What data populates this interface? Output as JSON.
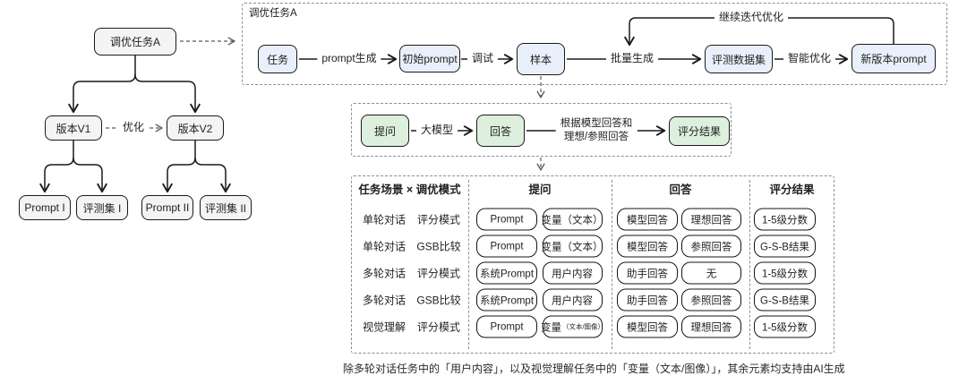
{
  "colors": {
    "node-blue": "#e9f0fb",
    "node-green": "#ddefdd",
    "node-gray": "#f4f4f4",
    "stroke-dark": "#1a1a1a",
    "dash-gray": "#5a5a5a",
    "container-border": "#8f8f8f",
    "text-main": "#1f1f1f"
  },
  "tree": {
    "root": "调优任务A",
    "v1": "版本V1",
    "v2": "版本V2",
    "optimize": "优化",
    "prompt1": "Prompt I",
    "evalset1": "评测集 I",
    "prompt2": "Prompt II",
    "evalset2": "评测集 II"
  },
  "pipeline": {
    "title": "调优任务A",
    "task": "任务",
    "initial_prompt": "初始prompt",
    "sample": "样本",
    "eval_dataset": "评测数据集",
    "new_prompt": "新版本prompt",
    "edge_prompt_gen": "prompt生成",
    "edge_debug": "调试",
    "edge_batch_gen": "批量生成",
    "edge_smart_opt": "智能优化",
    "feedback": "继续迭代优化"
  },
  "scoring_flow": {
    "question": "提问",
    "answer": "回答",
    "score": "评分结果",
    "edge_llm": "大模型",
    "edge_score_line1": "根据模型回答和",
    "edge_score_line2": "理想/参照回答"
  },
  "matrix": {
    "header_scene_mode": "任务场景 × 调优模式",
    "header_question": "提问",
    "header_answer": "回答",
    "header_score": "评分结果",
    "rows": [
      {
        "scene": "单轮对话",
        "mode": "评分模式",
        "q1": "Prompt",
        "q2": "变量（文本）",
        "q2_small": "",
        "a1": "模型回答",
        "a2": "理想回答",
        "score": "1-5级分数"
      },
      {
        "scene": "单轮对话",
        "mode": "GSB比较",
        "q1": "Prompt",
        "q2": "变量（文本）",
        "q2_small": "",
        "a1": "模型回答",
        "a2": "参照回答",
        "score": "G-S-B结果"
      },
      {
        "scene": "多轮对话",
        "mode": "评分模式",
        "q1": "系统Prompt",
        "q2": "用户内容",
        "q2_small": "",
        "a1": "助手回答",
        "a2": "无",
        "score": "1-5级分数"
      },
      {
        "scene": "多轮对话",
        "mode": "GSB比较",
        "q1": "系统Prompt",
        "q2": "用户内容",
        "q2_small": "",
        "a1": "助手回答",
        "a2": "参照回答",
        "score": "G-S-B结果"
      },
      {
        "scene": "视觉理解",
        "mode": "评分模式",
        "q1": "Prompt",
        "q2": "变量",
        "q2_small": "（文本/图像）",
        "a1": "模型回答",
        "a2": "理想回答",
        "score": "1-5级分数"
      }
    ]
  },
  "note": "除多轮对话任务中的「用户内容」，以及视觉理解任务中的「变量（文本/图像）」，其余元素均支持由AI生成"
}
